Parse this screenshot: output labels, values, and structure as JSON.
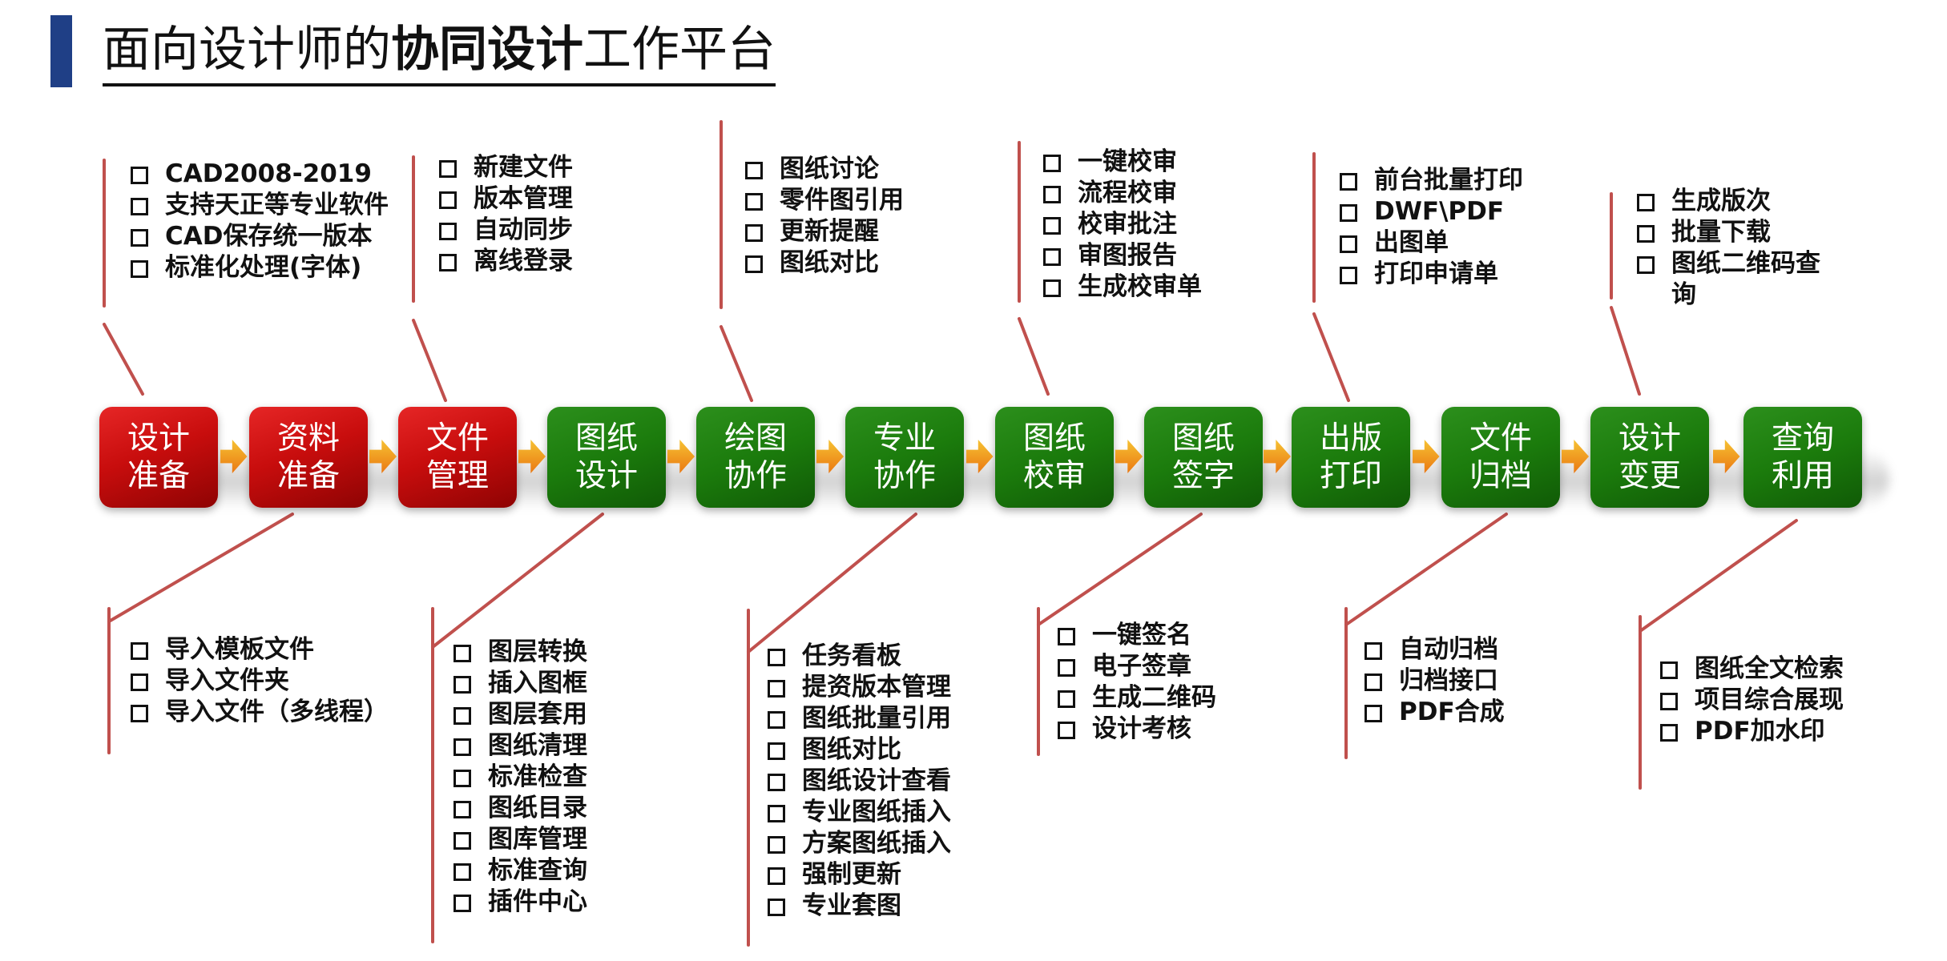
{
  "title": {
    "plain_before": "面向设计师的",
    "bold": "协同设计",
    "plain_after": "工作平台"
  },
  "colors": {
    "title_bar": "#1f3f86",
    "red_step": "#c80d0d",
    "green_step": "#1b7b0c",
    "arrow": "#ef9a1e",
    "connector": "#c0504d"
  },
  "steps": [
    {
      "label": "设计\n准备",
      "color": "red"
    },
    {
      "label": "资料\n准备",
      "color": "red"
    },
    {
      "label": "文件\n管理",
      "color": "red"
    },
    {
      "label": "图纸\n设计",
      "color": "green"
    },
    {
      "label": "绘图\n协作",
      "color": "green"
    },
    {
      "label": "专业\n协作",
      "color": "green"
    },
    {
      "label": "图纸\n校审",
      "color": "green"
    },
    {
      "label": "图纸\n签字",
      "color": "green"
    },
    {
      "label": "出版\n打印",
      "color": "green"
    },
    {
      "label": "文件\n归档",
      "color": "green"
    },
    {
      "label": "设计\n变更",
      "color": "green"
    },
    {
      "label": "查询\n利用",
      "color": "green"
    }
  ],
  "top_lists": [
    [
      "CAD2008-2019",
      "支持天正等专业软件",
      "CAD保存统一版本",
      "标准化处理(字体)"
    ],
    [
      "新建文件",
      "版本管理",
      "自动同步",
      "离线登录"
    ],
    [
      "图纸讨论",
      "零件图引用",
      "更新提醒",
      "图纸对比"
    ],
    [
      "一键校审",
      "流程校审",
      "校审批注",
      "审图报告",
      "生成校审单"
    ],
    [
      "前台批量打印",
      "DWF\\PDF",
      "出图单",
      "打印申请单"
    ],
    [
      "生成版次",
      "批量下载",
      "图纸二维码查询"
    ]
  ],
  "bottom_lists": [
    [
      "导入模板文件",
      "导入文件夹",
      "导入文件（多线程）"
    ],
    [
      "图层转换",
      "插入图框",
      "图层套用",
      "图纸清理",
      "标准检查",
      "图纸目录",
      "图库管理",
      "标准查询",
      "插件中心"
    ],
    [
      "任务看板",
      "提资版本管理",
      "图纸批量引用",
      "图纸对比",
      "图纸设计查看",
      "专业图纸插入",
      "方案图纸插入",
      "强制更新",
      "专业套图"
    ],
    [
      "一键签名",
      "电子签章",
      "生成二维码",
      "设计考核"
    ],
    [
      "自动归档",
      "归档接口",
      "PDF合成"
    ],
    [
      "图纸全文检索",
      "项目综合展现",
      "PDF加水印"
    ]
  ]
}
